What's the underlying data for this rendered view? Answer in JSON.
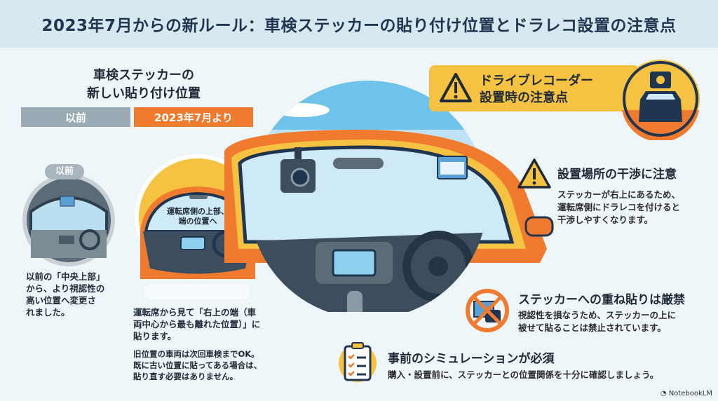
{
  "header": {
    "title": "2023年7月からの新ルール：車検ステッカーの貼り付け位置とドラレコ設置の注意点"
  },
  "sticker_section": {
    "title_line1": "車検ステッカーの",
    "title_line2": "新しい貼り付け位置",
    "tab_before": "以前",
    "tab_after": "2023年7月より",
    "before_badge": "以前",
    "after_callout_line1": "運転席側の上部、",
    "after_callout_line2": "端の位置へ",
    "before_text": [
      "以前の「中央上部」",
      "から、より視認性の",
      "高い位置へ変更さ",
      "れました。"
    ],
    "after_text": [
      "運転席から見て「右上の端（車",
      "両中心から最も離れた位置）」に",
      "貼ります。"
    ],
    "note_text": [
      "旧位置の車両は次回車検までOK。",
      "既に古い位置に貼ってある場合は、",
      "貼り直す必要はありません。"
    ]
  },
  "dashcam_section": {
    "banner_line1": "ドライブレコーダー",
    "banner_line2": "設置時の注意点",
    "items": [
      {
        "icon": "warning-icon",
        "title": "設置場所の干渉に注意",
        "text": [
          "ステッカーが右上にあるため、",
          "運転席側にドラレコを付けると",
          "干渉しやすくなります。"
        ]
      },
      {
        "icon": "prohibited-icon",
        "title": "ステッカーへの重ね貼りは厳禁",
        "text": [
          "視認性を損なうため、ステッカーの上に",
          "被せて貼ることは禁止されています。"
        ]
      },
      {
        "icon": "checklist-icon",
        "title": "事前のシミュレーションが必須",
        "text": [
          "購入・設置前に、ステッカーとの位置関係を十分に確認しましょう。"
        ]
      }
    ]
  },
  "watermark": "NotebookLM",
  "colors": {
    "orange": "#f07a2d",
    "yellow": "#f5c242",
    "navy": "#1f3550",
    "gray": "#9aabb6",
    "sky": "#bfe3f5"
  }
}
